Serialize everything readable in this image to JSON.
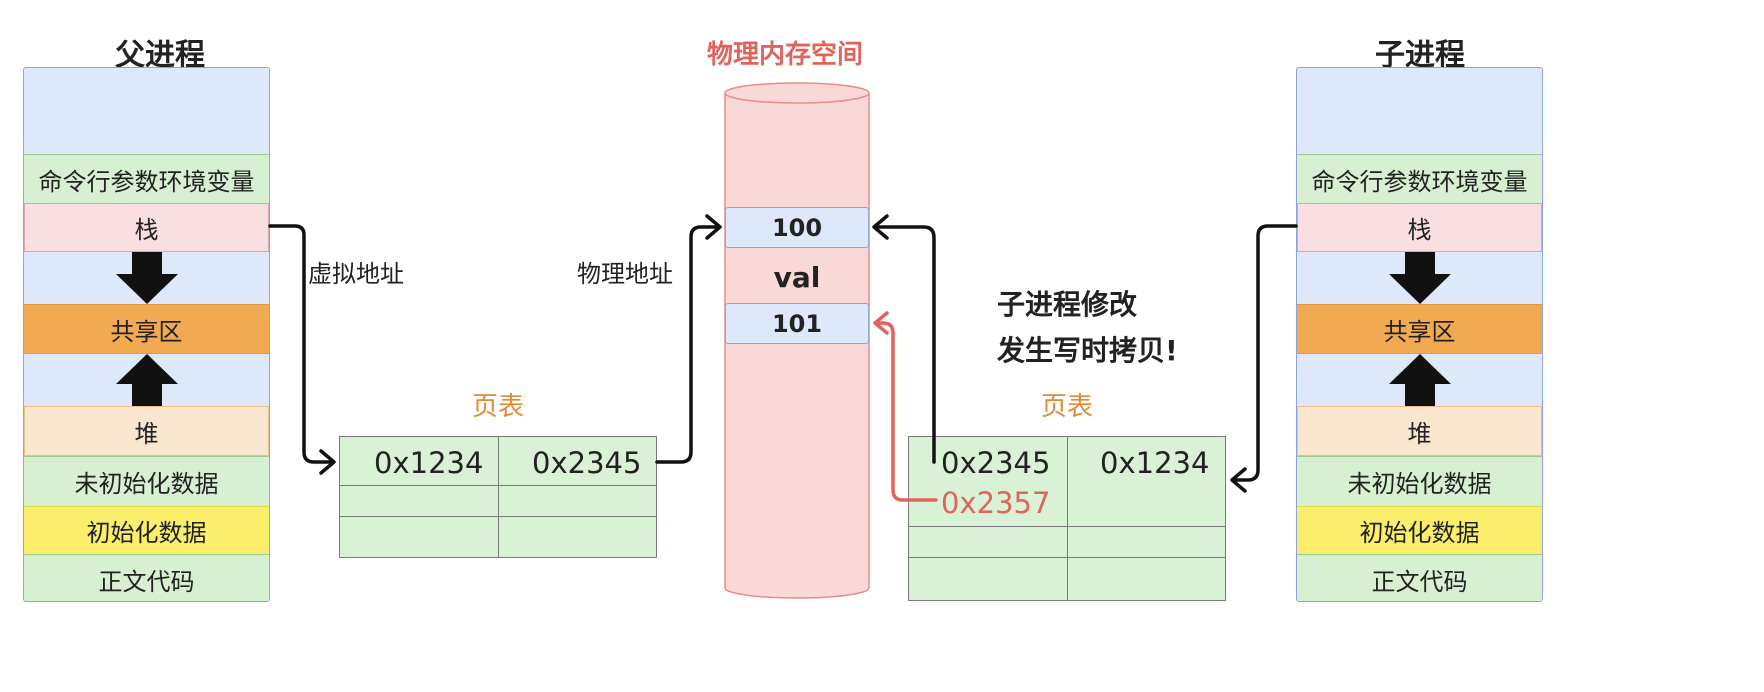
{
  "parent": {
    "title": "父进程",
    "segments": {
      "env": "命令行参数环境变量",
      "stack": "栈",
      "shared": "共享区",
      "heap": "堆",
      "bss": "未初始化数据",
      "data": "初始化数据",
      "text": "正文代码"
    }
  },
  "child": {
    "title": "子进程",
    "segments": {
      "env": "命令行参数环境变量",
      "stack": "栈",
      "shared": "共享区",
      "heap": "堆",
      "bss": "未初始化数据",
      "data": "初始化数据",
      "text": "正文代码"
    }
  },
  "physical": {
    "title": "物理内存空间",
    "cell_top": "100",
    "val_label": "val",
    "cell_bottom": "101"
  },
  "labels": {
    "virtual_addr": "虚拟地址",
    "physical_addr": "物理地址"
  },
  "parent_page_table": {
    "label": "页表",
    "virtual": "0x1234",
    "physical": "0x2345"
  },
  "child_page_table": {
    "label": "页表",
    "physical_old": "0x2345",
    "physical_new": "0x2357",
    "virtual": "0x1234"
  },
  "note": {
    "line1": "子进程修改",
    "line2": "发生写时拷贝!"
  },
  "colors": {
    "blue": "#dde8fb",
    "green": "#d8f0d2",
    "pink": "#f9dfe2",
    "orange": "#f1aa51",
    "peach": "#f8e6cf",
    "yellow": "#fbee6a",
    "cylinder": "#f9d8d8",
    "red": "#e0645e",
    "page_table_label": "#e28a3a"
  }
}
